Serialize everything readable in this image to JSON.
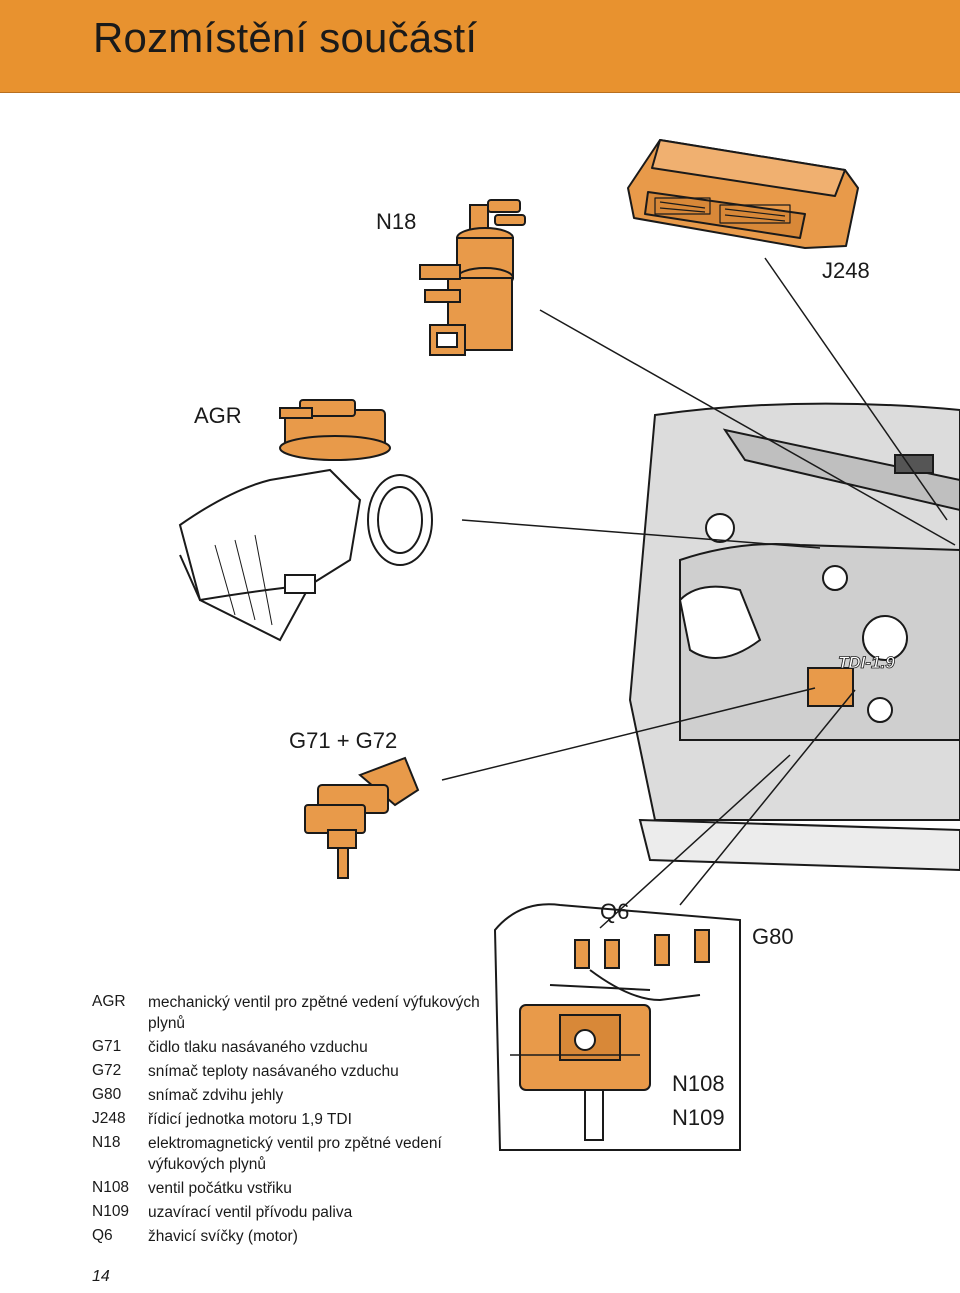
{
  "page": {
    "title": "Rozmístění součástí",
    "page_number": "14"
  },
  "colors": {
    "accent": "#e8922f",
    "part_fill": "#e89a4a",
    "engine_fill": "#dcdcdc",
    "outline": "#1a1a1a"
  },
  "callouts": {
    "n18": "N18",
    "j248": "J248",
    "agr": "AGR",
    "g71_g72": "G71 + G72",
    "q6": "Q6",
    "g80": "G80",
    "n108": "N108",
    "n109": "N109"
  },
  "legend": [
    {
      "code": "AGR",
      "text": "mechanický ventil pro zpětné vedení výfukových plynů"
    },
    {
      "code": "G71",
      "text": "čidlo tlaku nasávaného vzduchu"
    },
    {
      "code": "G72",
      "text": "snímač teploty nasávaného vzduchu"
    },
    {
      "code": "G80",
      "text": "snímač zdvihu jehly"
    },
    {
      "code": "J248",
      "text": "řídicí jednotka motoru 1,9 TDI"
    },
    {
      "code": "N18",
      "text": "elektromagnetický ventil pro zpětné vedení výfukových plynů"
    },
    {
      "code": "N108",
      "text": "ventil počátku vstřiku"
    },
    {
      "code": "N109",
      "text": "uzavírací ventil přívodu paliva"
    },
    {
      "code": "Q6",
      "text": "žhavicí svíčky (motor)"
    }
  ],
  "engine_badge": "TDI-1.9"
}
